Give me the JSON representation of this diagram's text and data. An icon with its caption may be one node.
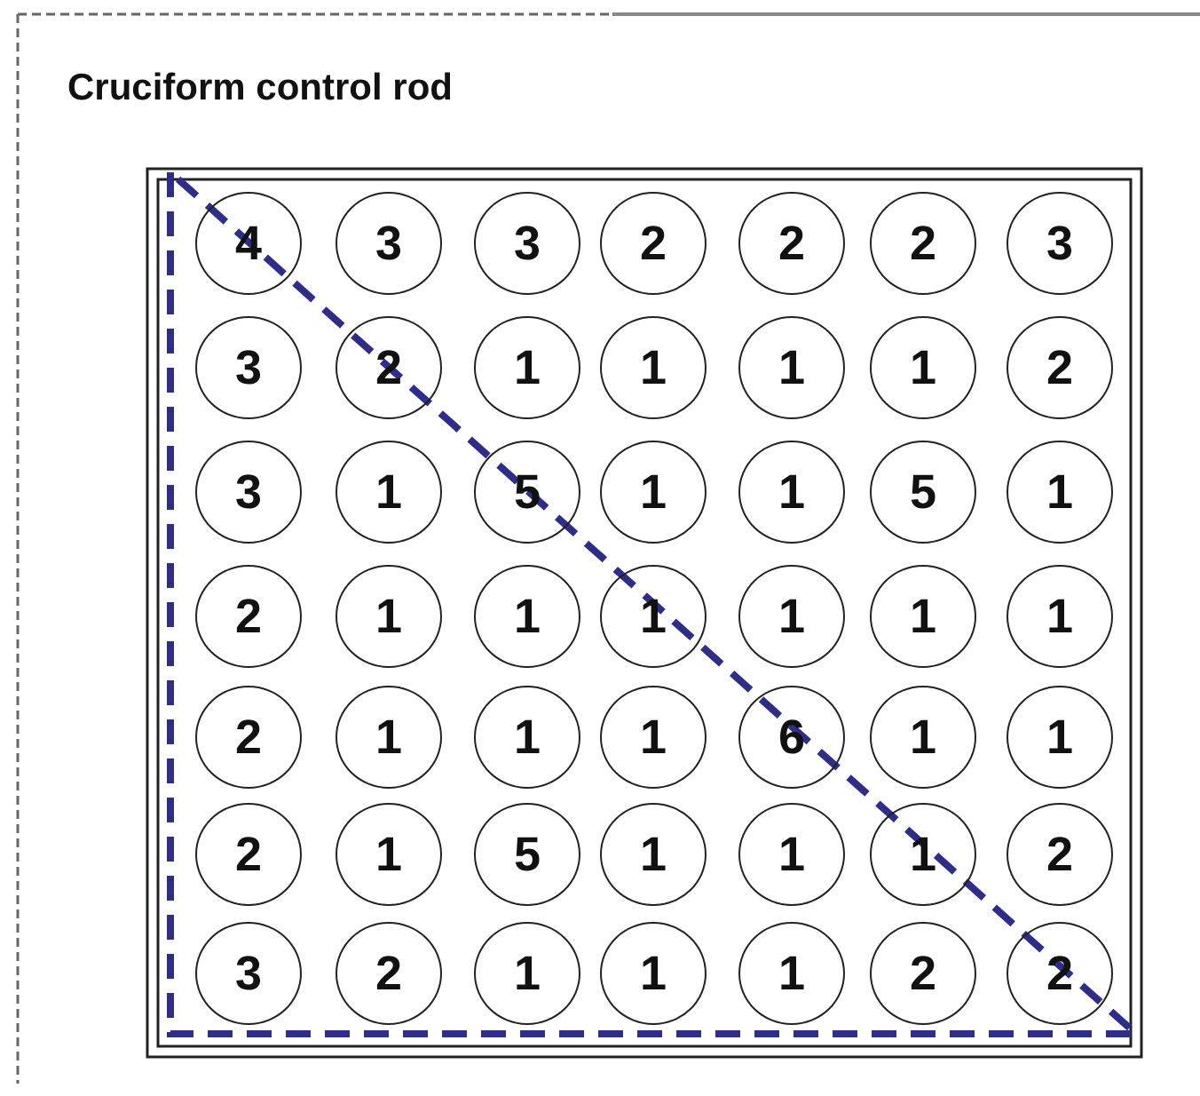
{
  "diagram": {
    "title": "Cruciform control rod",
    "nodes": [
      {
        "text": [
          "4"
        ]
      },
      {
        "text": [
          "3"
        ]
      },
      {
        "text": [
          "3"
        ]
      },
      {
        "text": [
          "2"
        ]
      },
      {
        "text": [
          "2"
        ]
      },
      {
        "text": [
          "2"
        ]
      },
      {
        "text": [
          "3"
        ]
      },
      {
        "text": [
          "3"
        ]
      },
      {
        "text": [
          "2"
        ]
      },
      {
        "text": [
          "1"
        ]
      },
      {
        "text": [
          "1"
        ]
      },
      {
        "text": [
          "1"
        ]
      },
      {
        "text": [
          "1"
        ]
      },
      {
        "text": [
          "2"
        ]
      },
      {
        "text": [
          "3"
        ]
      },
      {
        "text": [
          "1"
        ]
      },
      {
        "text": [
          "5"
        ]
      },
      {
        "text": [
          "1"
        ]
      },
      {
        "text": [
          "1"
        ]
      },
      {
        "text": [
          "5"
        ]
      },
      {
        "text": [
          "1"
        ]
      },
      {
        "text": [
          "2"
        ]
      },
      {
        "text": [
          "1"
        ]
      },
      {
        "text": [
          "1"
        ]
      },
      {
        "text": [
          "1"
        ]
      },
      {
        "text": [
          "1"
        ]
      },
      {
        "text": [
          "1"
        ]
      },
      {
        "text": [
          "1"
        ]
      },
      {
        "text": [
          "2"
        ]
      },
      {
        "text": [
          "1"
        ]
      },
      {
        "text": [
          "1"
        ]
      },
      {
        "text": [
          "1"
        ]
      },
      {
        "text": [
          "6"
        ]
      },
      {
        "text": [
          "1"
        ]
      },
      {
        "text": [
          "1"
        ]
      },
      {
        "text": [
          "2"
        ]
      },
      {
        "text": [
          "1"
        ]
      },
      {
        "text": [
          "5"
        ]
      },
      {
        "text": [
          "1"
        ]
      },
      {
        "text": [
          "1"
        ]
      },
      {
        "text": [
          "1"
        ]
      },
      {
        "text": [
          "2"
        ]
      },
      {
        "text": [
          "3"
        ]
      },
      {
        "text": [
          "2"
        ]
      },
      {
        "text": [
          "1"
        ]
      },
      {
        "text": [
          "1"
        ]
      },
      {
        "text": [
          "1"
        ]
      },
      {
        "text": [
          "2"
        ]
      },
      {
        "text": [
          "2"
        ]
      }
    ]
  }
}
